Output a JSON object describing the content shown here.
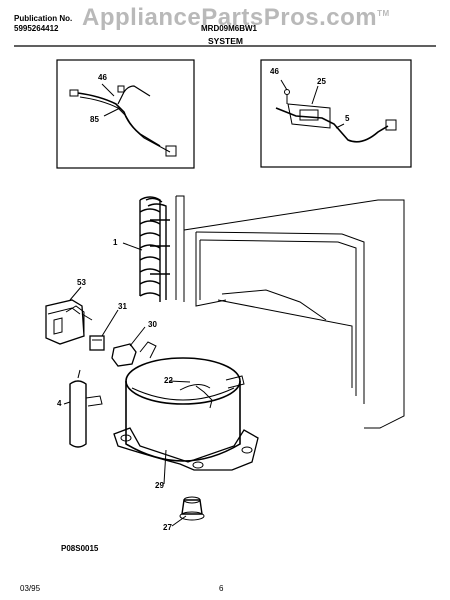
{
  "header": {
    "publication_label": "Publication No.",
    "publication_number": "5995264412",
    "model": "MRD09M6BW1",
    "section": "SYSTEM",
    "watermark_text": "AppliancePartsPros.com",
    "watermark_tm": "TM"
  },
  "callouts": {
    "wiring_harness": "46",
    "harness_wire": "85",
    "screw": "46",
    "clip": "25",
    "power_cord": "5",
    "condenser": "1",
    "relay_cover": "53",
    "overload": "31",
    "relay": "30",
    "process_tube": "22",
    "drier": "4",
    "compressor": "29",
    "grommet": "27"
  },
  "footer": {
    "drawing_number": "P08S0015",
    "date": "03/95",
    "page_number": "6"
  },
  "colors": {
    "line": "#000000",
    "watermark": "#b9b9b9"
  }
}
